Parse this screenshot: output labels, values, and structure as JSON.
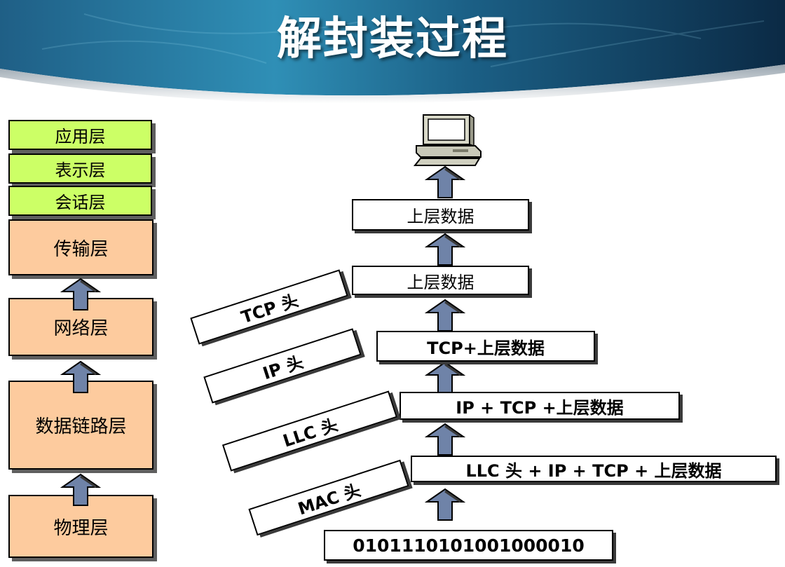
{
  "title": "解封装过程",
  "osi_layers": [
    {
      "name": "应用层"
    },
    {
      "name": "表示层"
    },
    {
      "name": "会话层"
    },
    {
      "name": "传输层"
    },
    {
      "name": "网络层"
    },
    {
      "name": "数据链路层"
    },
    {
      "name": "物理层"
    }
  ],
  "data_units": [
    "上层数据",
    "上层数据",
    "TCP+上层数据",
    "IP + TCP +上层数据",
    "LLC 头 + IP + TCP + 上层数据",
    "0101110101001000010"
  ],
  "header_labels": [
    "TCP 头",
    "IP 头",
    "LLC 头",
    "MAC 头"
  ],
  "icons": {
    "computer": "computer-icon",
    "arrow": "up-arrow-icon"
  },
  "colors": {
    "upper_layer_fill": "#ccff66",
    "lower_layer_fill": "#fdcb9e",
    "arrow_fill": "#6f83a8",
    "banner_dark": "#0f3d5e",
    "banner_light": "#3fa9c9"
  }
}
